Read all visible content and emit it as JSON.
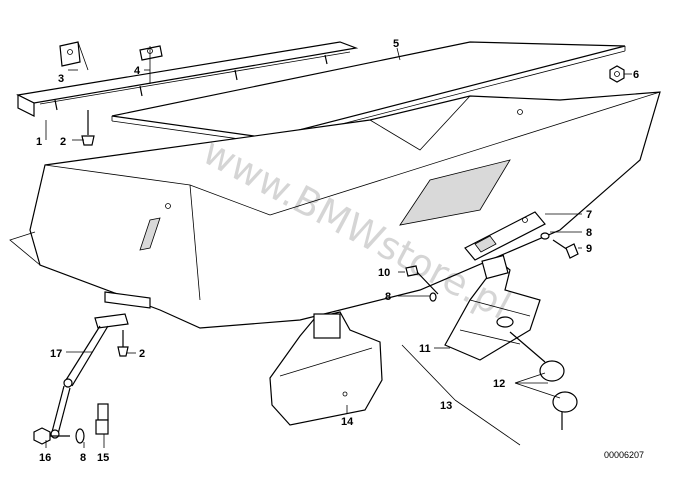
{
  "diagram": {
    "part_labels": [
      {
        "id": "1",
        "text": "1"
      },
      {
        "id": "2a",
        "text": "2"
      },
      {
        "id": "3",
        "text": "3"
      },
      {
        "id": "4",
        "text": "4"
      },
      {
        "id": "5",
        "text": "5"
      },
      {
        "id": "6",
        "text": "6"
      },
      {
        "id": "7",
        "text": "7"
      },
      {
        "id": "8a",
        "text": "8"
      },
      {
        "id": "9",
        "text": "9"
      },
      {
        "id": "10",
        "text": "10"
      },
      {
        "id": "8b",
        "text": "8"
      },
      {
        "id": "11",
        "text": "11"
      },
      {
        "id": "12",
        "text": "12"
      },
      {
        "id": "13",
        "text": "13"
      },
      {
        "id": "14",
        "text": "14"
      },
      {
        "id": "17",
        "text": "17"
      },
      {
        "id": "2b",
        "text": "2"
      },
      {
        "id": "16",
        "text": "16"
      },
      {
        "id": "8c",
        "text": "8"
      },
      {
        "id": "15",
        "text": "15"
      }
    ],
    "code": "00006207",
    "watermark": "www.BMWstore.pl"
  }
}
